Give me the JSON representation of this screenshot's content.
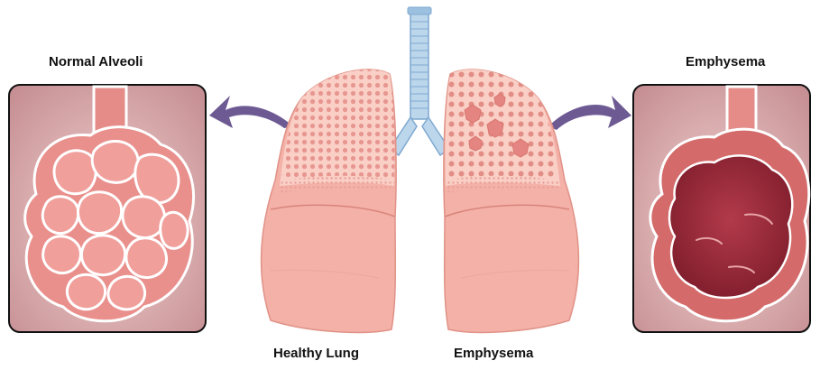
{
  "labels": {
    "normal_alveoli": "Normal Alveoli",
    "emphysema_top": "Emphysema",
    "healthy_lung": "Healthy Lung",
    "emphysema_bottom": "Emphysema"
  },
  "colors": {
    "lung_fill": "#f4b1a8",
    "lung_upper": "#f9cfc6",
    "lung_outline": "#d9847a",
    "trachea": "#bcd6ec",
    "trachea_ring": "#7fa9cf",
    "arrow": "#6d5a93",
    "panel_bg": "#d8a7aa",
    "alveoli_fill": "#e98f8c",
    "alveoli_cell": "#ef9d99",
    "emphysema_fill": "#9c2a3a",
    "emphysema_outer": "#d46a6a",
    "outline": "#111111"
  }
}
